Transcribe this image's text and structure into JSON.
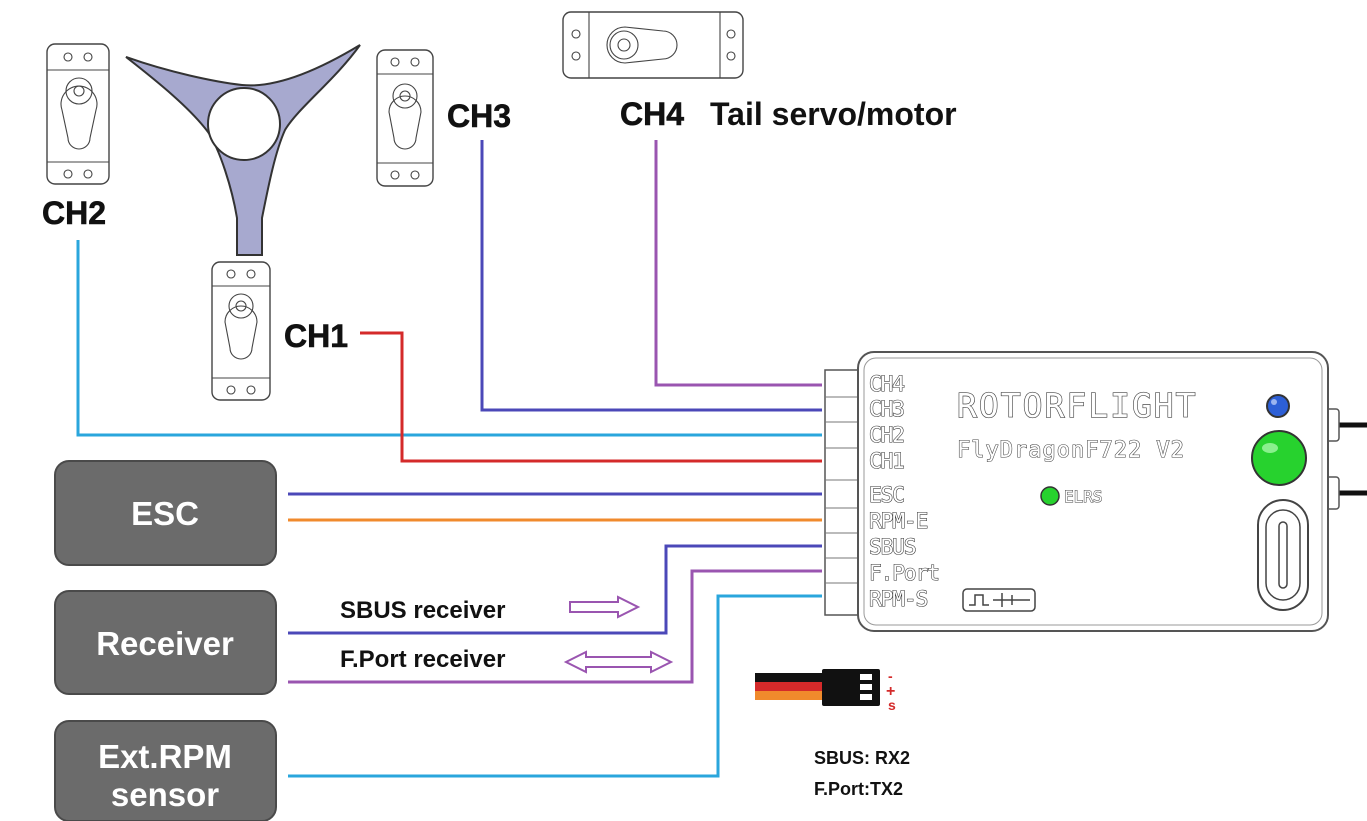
{
  "servos": {
    "ch1_label": "CH1",
    "ch2_label": "CH2",
    "ch3_label": "CH3",
    "ch4_label": "CH4",
    "tail_label": "Tail servo/motor"
  },
  "devices": {
    "esc": "ESC",
    "receiver": "Receiver",
    "rpm_line1": "Ext.RPM",
    "rpm_line2": "sensor"
  },
  "annotations": {
    "sbus_receiver": "SBUS receiver",
    "fport_receiver": "F.Port receiver",
    "sbus_uart": "SBUS: RX2",
    "fport_uart": "F.Port:TX2",
    "plug_minus": "-",
    "plug_plus": "+",
    "plug_signal": "s"
  },
  "board": {
    "brand": "ROTORFLIGHT",
    "model": "FlyDragonF722 V2",
    "elrs": "ELRS",
    "pins": [
      "CH4",
      "CH3",
      "CH2",
      "CH1",
      "ESC",
      "RPM-E",
      "SBUS",
      "F.Port",
      "RPM-S"
    ]
  },
  "colors": {
    "ch1_wire": "#d42a2a",
    "ch2_wire": "#2aa6dc",
    "ch3_wire": "#4b48b8",
    "ch4_wire": "#9a55b0",
    "esc_signal_wire": "#4b48b8",
    "rpm_e_wire": "#f08a2c",
    "sbus_wire": "#4b48b8",
    "fport_wire": "#9a55b0",
    "rpm_s_wire": "#2aa6dc",
    "device_box": "#6b6b6b",
    "swashplate": "#a7a9cf",
    "led_blue": "#2d5fd6",
    "led_green": "#27d22e"
  },
  "icons": [
    "servo-icon",
    "swashplate-icon",
    "led-icon",
    "usb-port-icon",
    "servo-plug-icon",
    "arrow-icon"
  ]
}
